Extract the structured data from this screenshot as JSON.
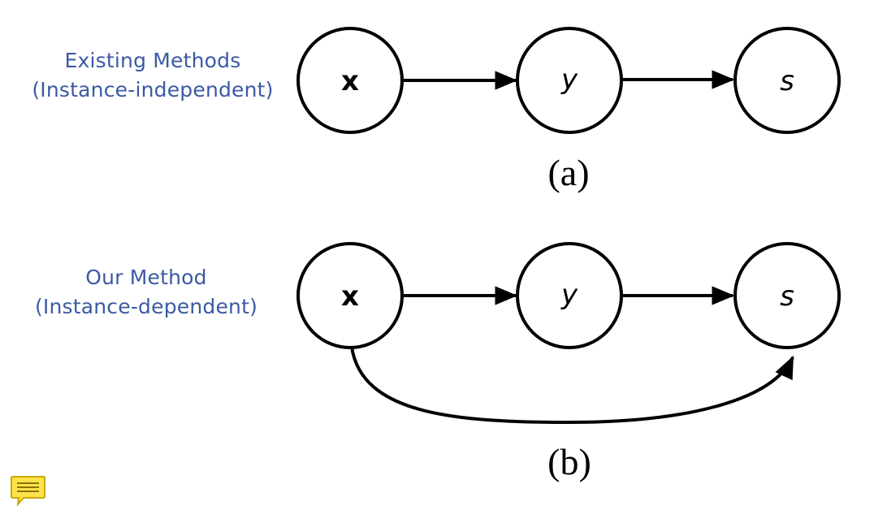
{
  "diagrams": [
    {
      "id": "a",
      "label_lines": [
        "Existing Methods",
        "(Instance-independent)"
      ],
      "caption": "(a)",
      "nodes": [
        {
          "id": "x",
          "text": "x",
          "style": "bold"
        },
        {
          "id": "y",
          "text": "y",
          "style": "italic"
        },
        {
          "id": "s",
          "text": "s",
          "style": "italic"
        }
      ],
      "edges": [
        {
          "from": "x",
          "to": "y"
        },
        {
          "from": "y",
          "to": "s"
        }
      ]
    },
    {
      "id": "b",
      "label_lines": [
        "Our Method",
        "(Instance-dependent)"
      ],
      "caption": "(b)",
      "nodes": [
        {
          "id": "x",
          "text": "x",
          "style": "bold"
        },
        {
          "id": "y",
          "text": "y",
          "style": "italic"
        },
        {
          "id": "s",
          "text": "s",
          "style": "italic"
        }
      ],
      "edges": [
        {
          "from": "x",
          "to": "y"
        },
        {
          "from": "y",
          "to": "s"
        },
        {
          "from": "x",
          "to": "s",
          "curved": true
        }
      ]
    }
  ],
  "colors": {
    "label_text": "#3b5aa3",
    "stroke": "#000000",
    "note_fill": "#fde24a",
    "note_stroke": "#c9a800"
  },
  "icons": {
    "note": "comment-note-icon"
  }
}
